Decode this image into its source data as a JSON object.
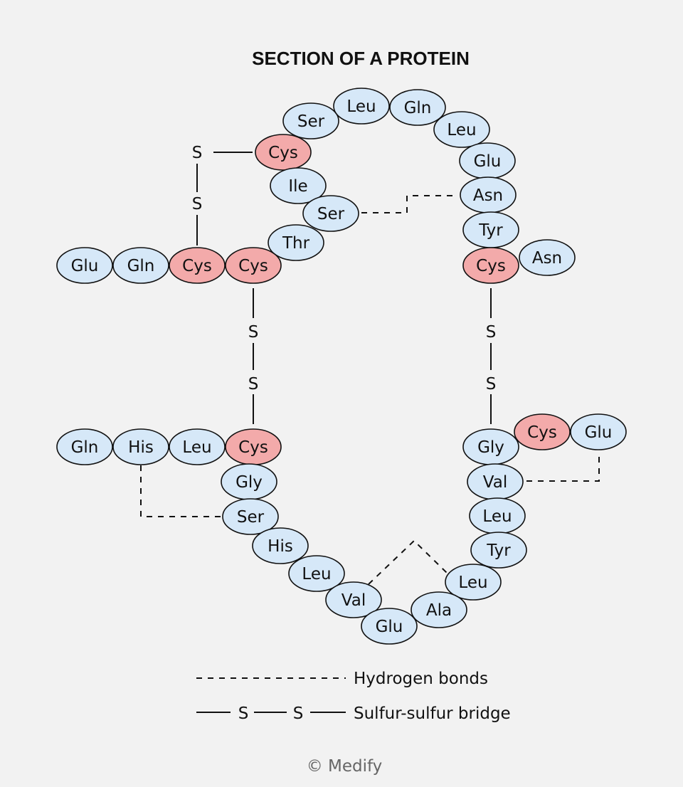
{
  "title": "SECTION OF A PROTEIN",
  "colors": {
    "normal": "#d6e8f8",
    "cysteine": "#f3aaaa",
    "stroke": "#111111",
    "background": "#f2f2f2"
  },
  "residues": [
    "Ser",
    "Leu",
    "Gln",
    "Leu",
    "Cys",
    "Glu",
    "Ile",
    "Asn",
    "Ser",
    "Tyr",
    "Thr",
    "Glu",
    "Gln",
    "Cys",
    "Cys",
    "Cys",
    "Asn",
    "Gln",
    "His",
    "Leu",
    "Cys",
    "Gly",
    "Cys",
    "Glu",
    "Gly",
    "Val",
    "Ser",
    "Leu",
    "His",
    "Tyr",
    "Leu",
    "Leu",
    "Val",
    "Ala",
    "Glu"
  ],
  "sulfur_label": "S",
  "legend": {
    "hydrogen": "Hydrogen bonds",
    "sulfur_symbol_1": "S",
    "sulfur_symbol_2": "S",
    "sulfur": "Sulfur-sulfur bridge"
  },
  "credit": "© Medify"
}
